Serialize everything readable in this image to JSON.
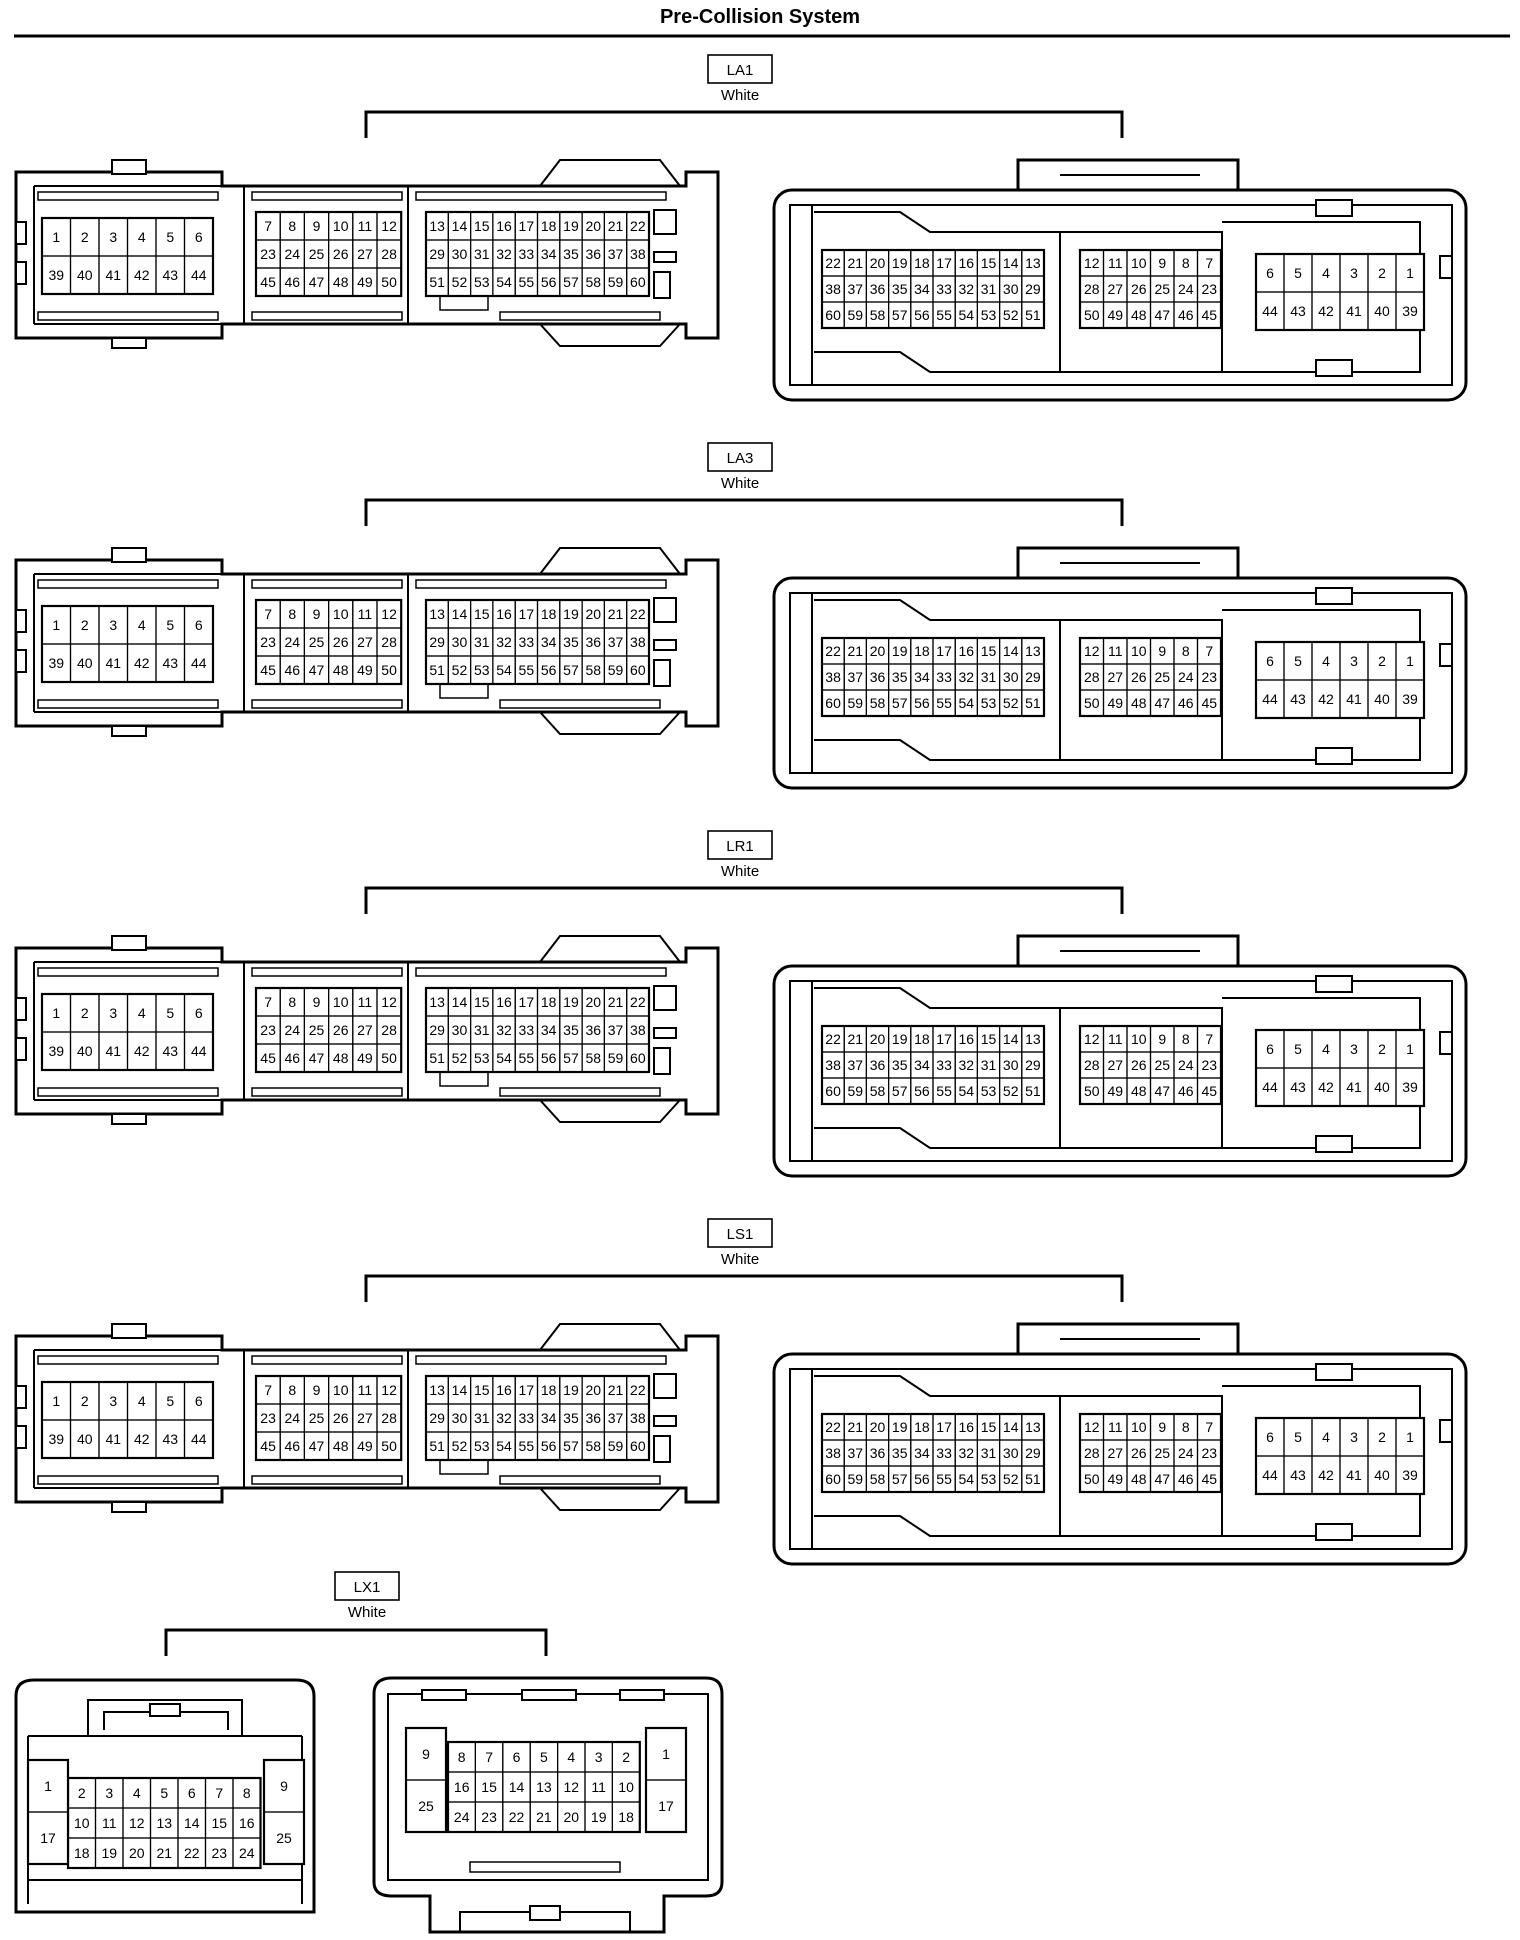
{
  "title": "Pre-Collision System",
  "connectors": [
    {
      "id": "LA1",
      "color": "White"
    },
    {
      "id": "LA3",
      "color": "White"
    },
    {
      "id": "LR1",
      "color": "White"
    },
    {
      "id": "LS1",
      "color": "White"
    },
    {
      "id": "LX1",
      "color": "White"
    }
  ],
  "large_connector": {
    "male": {
      "block_a": [
        [
          "1",
          "2",
          "3",
          "4",
          "5",
          "6"
        ],
        [
          "39",
          "40",
          "41",
          "42",
          "43",
          "44"
        ]
      ],
      "block_b": [
        [
          "7",
          "8",
          "9",
          "10",
          "11",
          "12"
        ],
        [
          "23",
          "24",
          "25",
          "26",
          "27",
          "28"
        ],
        [
          "45",
          "46",
          "47",
          "48",
          "49",
          "50"
        ]
      ],
      "block_c": [
        [
          "13",
          "14",
          "15",
          "16",
          "17",
          "18",
          "19",
          "20",
          "21",
          "22"
        ],
        [
          "29",
          "30",
          "31",
          "32",
          "33",
          "34",
          "35",
          "36",
          "37",
          "38"
        ],
        [
          "51",
          "52",
          "53",
          "54",
          "55",
          "56",
          "57",
          "58",
          "59",
          "60"
        ]
      ]
    },
    "female": {
      "block_c": [
        [
          "22",
          "21",
          "20",
          "19",
          "18",
          "17",
          "16",
          "15",
          "14",
          "13"
        ],
        [
          "38",
          "37",
          "36",
          "35",
          "34",
          "33",
          "32",
          "31",
          "30",
          "29"
        ],
        [
          "60",
          "59",
          "58",
          "57",
          "56",
          "55",
          "54",
          "53",
          "52",
          "51"
        ]
      ],
      "block_b": [
        [
          "12",
          "11",
          "10",
          "9",
          "8",
          "7"
        ],
        [
          "28",
          "27",
          "26",
          "25",
          "24",
          "23"
        ],
        [
          "50",
          "49",
          "48",
          "47",
          "46",
          "45"
        ]
      ],
      "block_a": [
        [
          "6",
          "5",
          "4",
          "3",
          "2",
          "1"
        ],
        [
          "44",
          "43",
          "42",
          "41",
          "40",
          "39"
        ]
      ]
    }
  },
  "small_connector": {
    "male": {
      "left": [
        [
          "1"
        ],
        [
          "17"
        ]
      ],
      "center": [
        [
          "2",
          "3",
          "4",
          "5",
          "6",
          "7",
          "8"
        ],
        [
          "10",
          "11",
          "12",
          "13",
          "14",
          "15",
          "16"
        ],
        [
          "18",
          "19",
          "20",
          "21",
          "22",
          "23",
          "24"
        ]
      ],
      "right": [
        [
          "9"
        ],
        [
          "25"
        ]
      ]
    },
    "female": {
      "left": [
        [
          "9"
        ],
        [
          "25"
        ]
      ],
      "center": [
        [
          "8",
          "7",
          "6",
          "5",
          "4",
          "3",
          "2"
        ],
        [
          "16",
          "15",
          "14",
          "13",
          "12",
          "11",
          "10"
        ],
        [
          "24",
          "23",
          "22",
          "21",
          "20",
          "19",
          "18"
        ]
      ],
      "right": [
        [
          "1"
        ],
        [
          "17"
        ]
      ]
    }
  }
}
